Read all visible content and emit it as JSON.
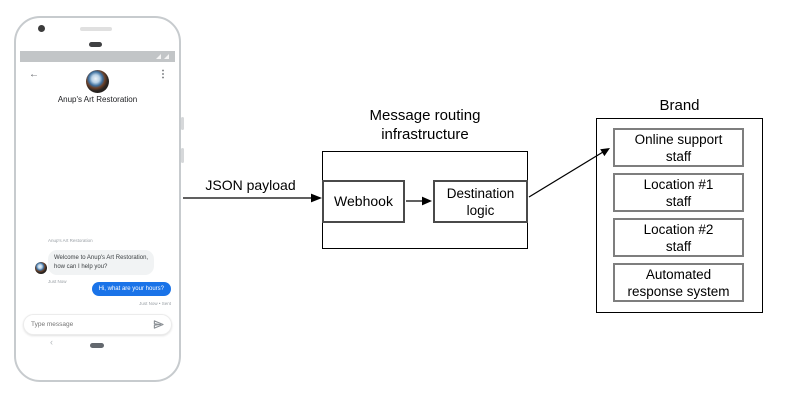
{
  "flow": {
    "payload_label": "JSON payload",
    "routing_title_lines": [
      "Message routing",
      "infrastructure"
    ],
    "webhook_label": "Webhook",
    "destination_label_lines": [
      "Destination",
      "logic"
    ],
    "brand_title": "Brand",
    "brand_items": [
      {
        "lines": [
          "Online support",
          "staff"
        ]
      },
      {
        "lines": [
          "Location #1",
          "staff"
        ]
      },
      {
        "lines": [
          "Location #2",
          "staff"
        ]
      },
      {
        "lines": [
          "Automated",
          "response system"
        ]
      }
    ]
  },
  "phone": {
    "header": {
      "title": "Anup's Art Restoration",
      "back_icon": "←",
      "menu_icon": "⋮"
    },
    "chat": {
      "sender_label": "Anup's Art Restoration",
      "incoming_lines": [
        "Welcome to Anup's Art Restoration,",
        "how can I help you?"
      ],
      "incoming_timestamp": "Just Now",
      "outgoing_text": "Hi, what are your hours?",
      "outgoing_timestamp": "Just Now • Sent"
    },
    "composer": {
      "placeholder": "Type message",
      "send_icon_name": "send-icon"
    },
    "nav": {
      "back_icon": "‹"
    }
  },
  "colors": {
    "outgoing_bubble": "#1a73e8",
    "incoming_bubble": "#f1f3f4",
    "status_bar": "#c2c5c7",
    "box_border": "#000000",
    "inner_box_border": "#4a4a4a"
  }
}
